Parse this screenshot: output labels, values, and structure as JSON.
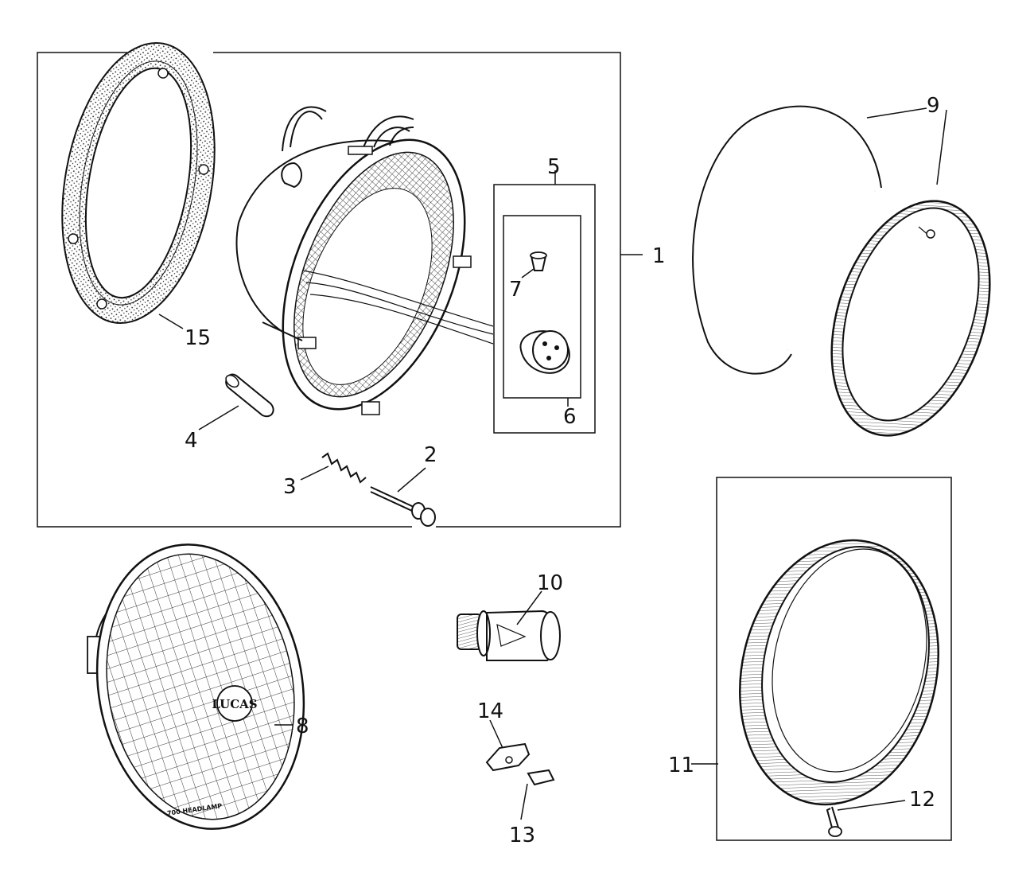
{
  "callouts": {
    "c1": "1",
    "c2": "2",
    "c3": "3",
    "c4": "4",
    "c5": "5",
    "c6": "6",
    "c7": "7",
    "c8": "8",
    "c9": "9",
    "c10": "10",
    "c11": "11",
    "c12": "12",
    "c13": "13",
    "c14": "14",
    "c15": "15"
  },
  "lens_markings": {
    "brand": "LUCAS",
    "base_text": "700 HEADLAMP"
  },
  "colors": {
    "ink": "#111111",
    "paper": "#ffffff"
  }
}
